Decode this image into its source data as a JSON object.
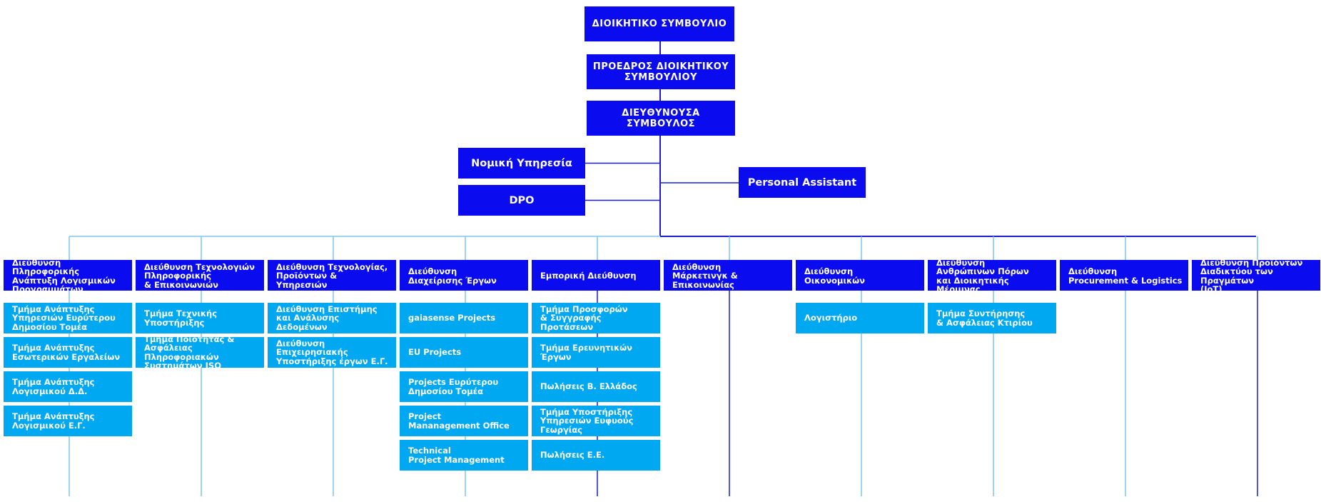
{
  "chart_data": {
    "type": "org-chart",
    "top": [
      {
        "label": "ΔΙΟΙΚΗΤΙΚΟ ΣΥΜΒΟΥΛΙΟ"
      },
      {
        "label": "ΠΡΟΕΔΡΟΣ ΔΙΟΙΚΗΤΙΚΟΥ ΣΥΜΒΟΥΛΙΟΥ"
      },
      {
        "label": "ΔΙΕΥΘΥΝΟΥΣΑ ΣΥΜΒΟΥΛΟΣ"
      }
    ],
    "staff_left": [
      {
        "label": "Νομική Υπηρεσία"
      },
      {
        "label": "DPO"
      }
    ],
    "staff_right": [
      {
        "label": "Personal Assistant"
      }
    ],
    "departments": [
      {
        "label": "Διεύθυνση Πληροφορικής\nΑνάπτυξη Λογισμικών\nΠρογραμμάτων",
        "units": [
          "Τμήμα Ανάπτυξης\nΥπηρεσιών Ευρύτερου\nΔημοσίου Τομέα",
          "Τμήμα Ανάπτυξης\nΕσωτερικών Εργαλείων",
          "Τμήμα Ανάπτυξης\nΛογισμικού Δ.Δ.",
          "Τμήμα Ανάπτυξης\nΛογισμικού Ε.Γ."
        ]
      },
      {
        "label": "Διεύθυνση Τεχνολογιών\nΠληροφορικής\n& Επικοινωνιών",
        "units": [
          "Τμήμα Τεχνικής Υποστήριξης",
          "Τμήμα Ποιότητας &\nΑσφάλειας Πληροφοριακών\nΣυστημάτων ISO"
        ]
      },
      {
        "label": "Διεύθυνση Τεχνολογίας,\nΠροϊόντων & Υπηρεσιών",
        "units": [
          "Διεύθυνση Επιστήμης\nκαι Ανάλυσης Δεδομένων",
          "Διεύθυνση Επιχειρησιακής\nΥποστήριξης έργων Ε.Γ."
        ]
      },
      {
        "label": "Διεύθυνση\nΔιαχείρισης Έργων",
        "units": [
          "gaiasense Projects",
          "EU Projects",
          "Projects Ευρύτερου\nΔημοσίου Τομέα",
          "Project\nMananagement Office",
          "Technical\nProject Management"
        ]
      },
      {
        "label": "Εμπορική Διεύθυνση",
        "units": [
          "Τμήμα Προσφορών\n& Συγγραφής Προτάσεων",
          "Τμήμα Ερευνητικών Έργων",
          "Πωλήσεις Β. Ελλάδος",
          "Τμήμα Υποστήριξης\nΥπηρεσιών Ευφυούς\nΓεωργίας",
          "Πωλήσεις  Ε.Ε."
        ]
      },
      {
        "label": "Διεύθυνση\nΜάρκετινγκ & Επικοινωνίας",
        "units": []
      },
      {
        "label": "Διεύθυνση\nΟικονομικών",
        "units": [
          "Λογιστήριο"
        ]
      },
      {
        "label": "Διεύθυνση\nΑνθρώπινων Πόρων\nκαι Διοικητικής Μέριμνας",
        "units": [
          "Τμήμα Συντήρησης\n& Ασφάλειας Κτιρίου"
        ]
      },
      {
        "label": "Διεύθυνση\nProcurement & Logistics",
        "units": []
      },
      {
        "label": "Διεύθυνση Προϊόντων\nΔιαδικτύου των Πραγμάτων\n(IoT)",
        "units": []
      }
    ],
    "colors": {
      "dark_box": "#0b0bf0",
      "light_box": "#00a8f2",
      "connector_dark": "#1c1cd8",
      "connector_light": "#7ec6e8"
    }
  }
}
